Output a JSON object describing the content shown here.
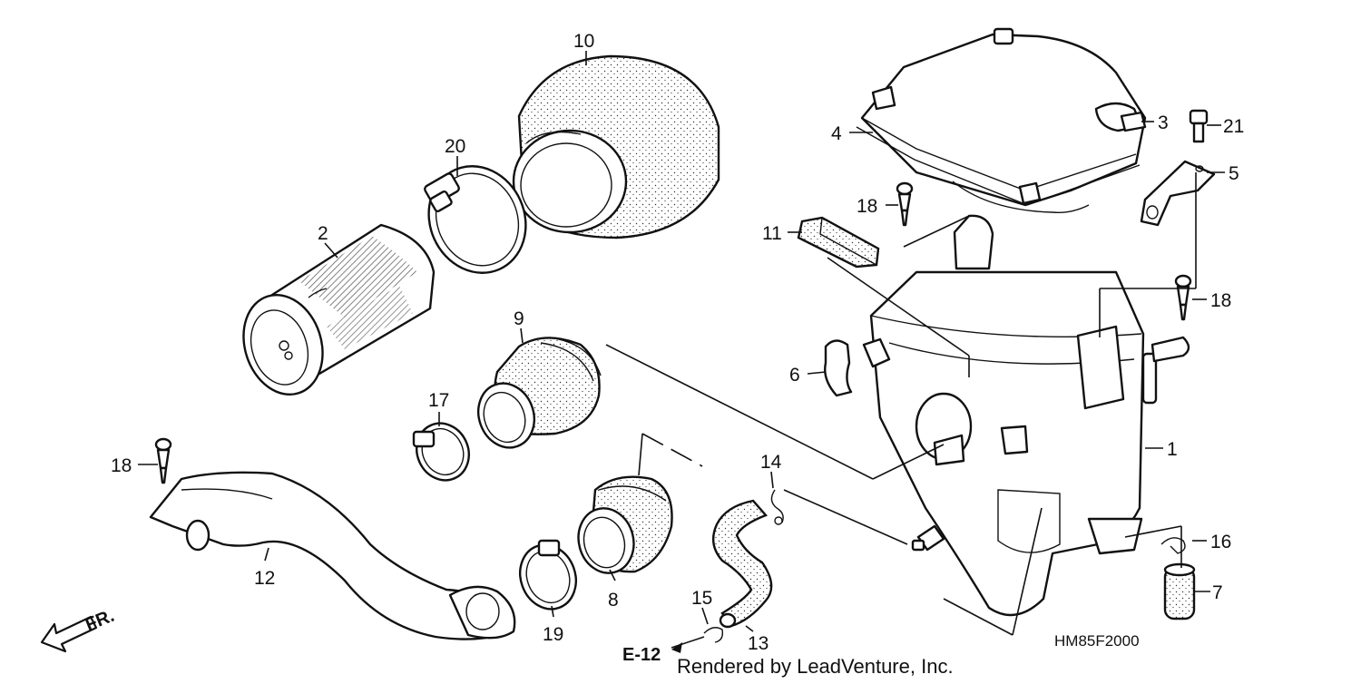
{
  "diagram": {
    "drawing_code": "HM85F2000",
    "page_ref": "E-12",
    "front_marker": "FR.",
    "watermark": "Rendered by LeadVenture, Inc."
  },
  "callouts": {
    "c1": "1",
    "c2": "2",
    "c3": "3",
    "c4": "4",
    "c5": "5",
    "c6": "6",
    "c7": "7",
    "c8": "8",
    "c9": "9",
    "c10": "10",
    "c11": "11",
    "c12": "12",
    "c13": "13",
    "c14": "14",
    "c15": "15",
    "c16": "16",
    "c17": "17",
    "c18a": "18",
    "c18b": "18",
    "c18c": "18",
    "c19": "19",
    "c20": "20",
    "c21": "21"
  }
}
